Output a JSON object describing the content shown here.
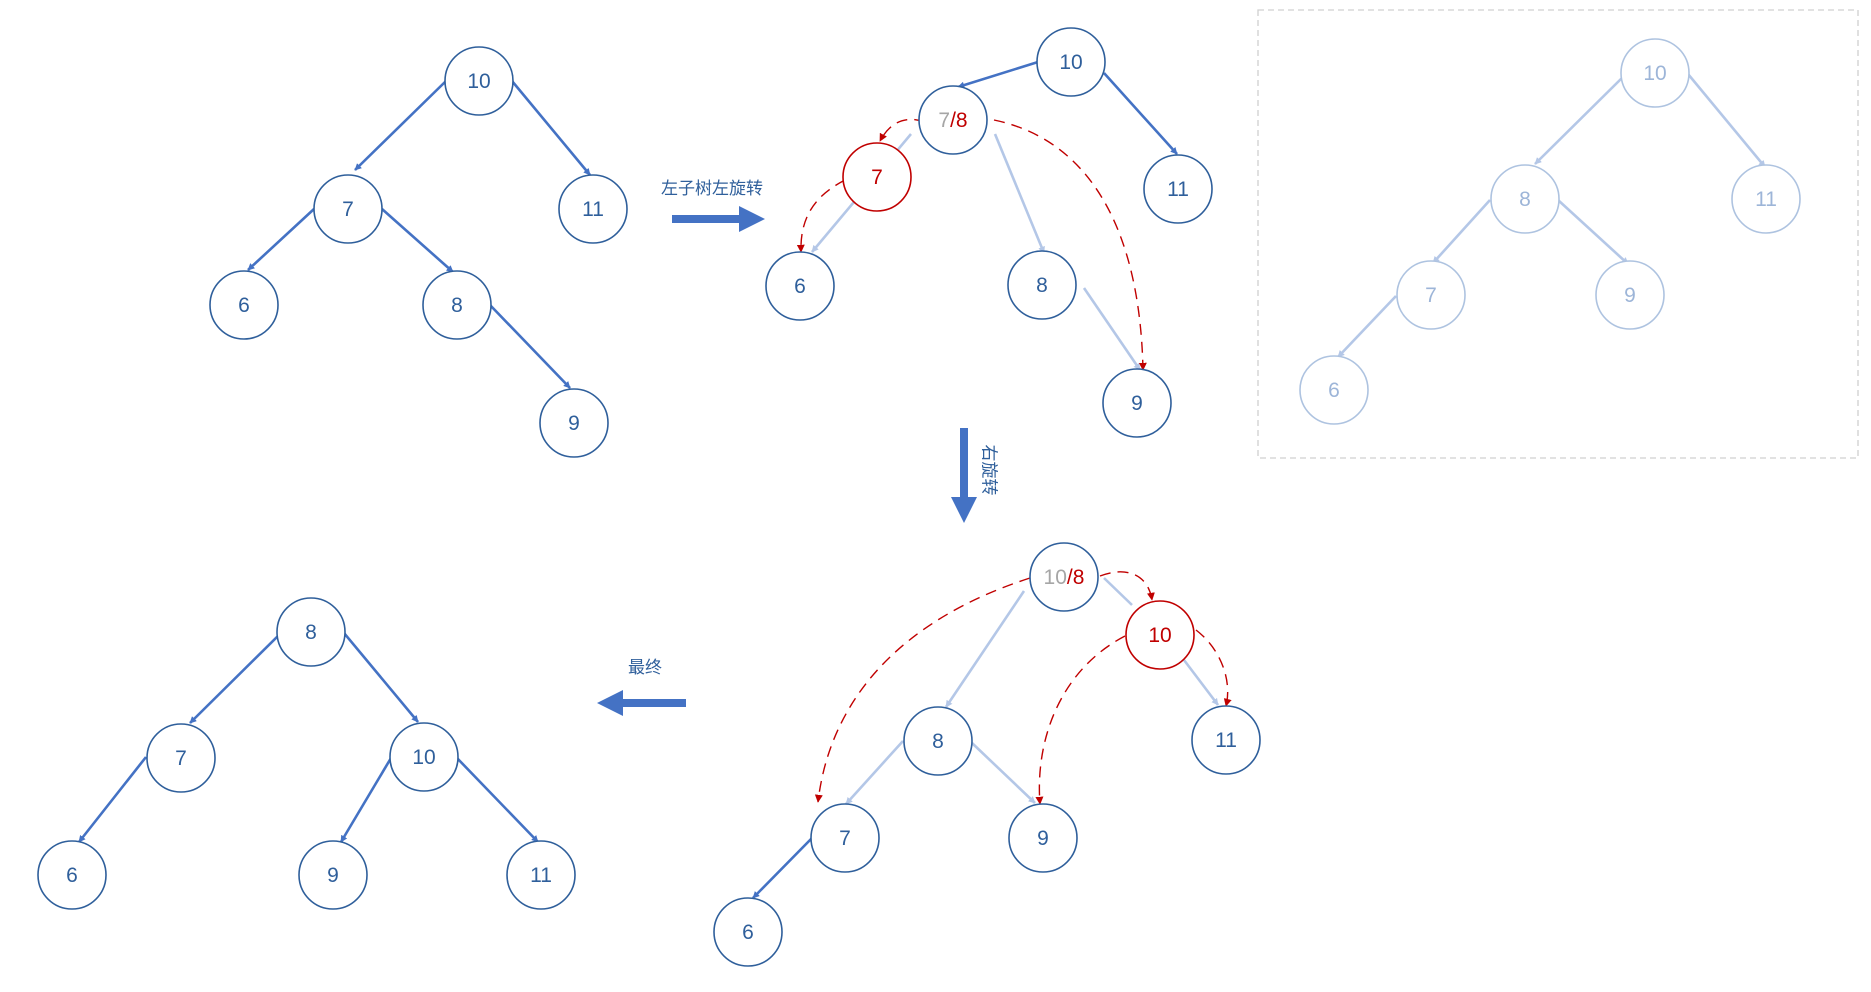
{
  "steps": {
    "left_rotate_subtree": "左子树左旋转",
    "right_rotate": "右旋转",
    "final": "最终"
  },
  "tree_initial": {
    "n10": "10",
    "n7": "7",
    "n11": "11",
    "n6": "6",
    "n8": "8",
    "n9": "9"
  },
  "tree_step1": {
    "root": "10",
    "pivot_old": "7",
    "pivot_sep": "/",
    "pivot_new": "8",
    "moved": "7",
    "n11": "11",
    "n6": "6",
    "n8": "8",
    "n9": "9"
  },
  "tree_reference": {
    "n10": "10",
    "n8": "8",
    "n11": "11",
    "n7": "7",
    "n9": "9",
    "n6": "6"
  },
  "tree_step2": {
    "root_old": "10",
    "root_sep": "/",
    "root_new": "8",
    "moved": "10",
    "n8": "8",
    "n11": "11",
    "n7": "7",
    "n9": "9",
    "n6": "6"
  },
  "tree_final": {
    "n8": "8",
    "n7": "7",
    "n10": "10",
    "n6": "6",
    "n9": "9",
    "n11": "11"
  },
  "colors": {
    "edge": "#4472c4",
    "edge_faded": "#b4c7e7",
    "node_text": "#2f5f9b",
    "highlight": "#c00000",
    "old_value": "#a6a6a6"
  }
}
